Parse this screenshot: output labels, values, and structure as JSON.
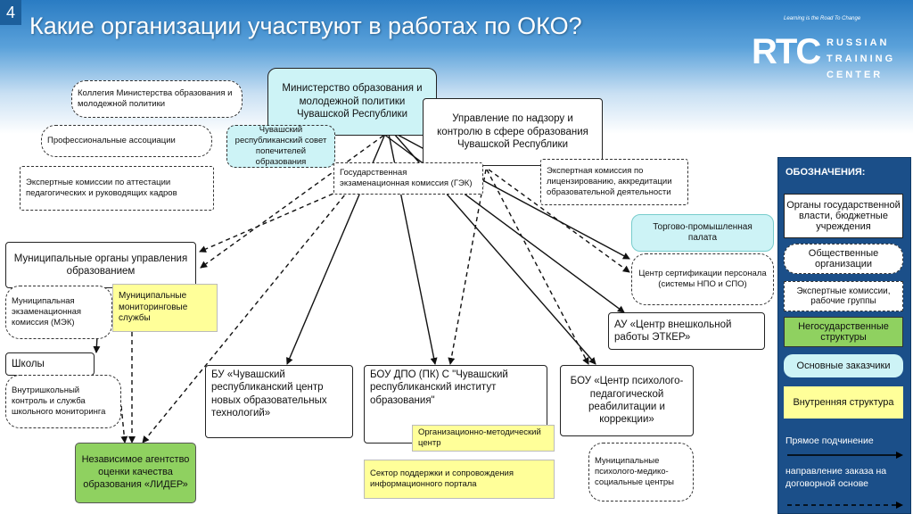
{
  "slide_number": "4",
  "title": "Какие организации участвуют в работах по ОКО?",
  "logo": {
    "tagline": "Learning is the Road To Change",
    "mark": "RTC",
    "line1": "RUSSIAN",
    "line2": "TRAINING",
    "line3": "CENTER"
  },
  "nodes": {
    "ministry": "Министерство образования и молодежной политики Чувашской Республики",
    "kollegiya": "Коллегия Министерства образования и молодежной политики",
    "prof_assoc": "Профессиональные ассоциации",
    "council": "Чувашский республиканский совет попечителей образования",
    "nadzor": "Управление по надзору и контролю в сфере образования Чувашской Республики",
    "attest": "Экспертные комиссии по аттестации педагогических и руководящих кадров",
    "gek": "Государственная экзаменационная комиссия (ГЭК)",
    "licens": "Экспертная комиссия по лицензированию, аккредитации образовательной деятельности",
    "tpp": "Торгово-промышленная палата",
    "cert": "Центр сертификации персонала (системы НПО и СПО)",
    "municipal": "Муниципальные органы управления образованием",
    "mek": "Муниципальная экзаменационная комиссия (МЭК)",
    "monitoring": "Муниципальные мониторинговые службы",
    "etker": "АУ «Центр внешкольной работы ЭТКЕР»",
    "schools": "Школы",
    "school_control": "Внутришкольный контроль и служба школьного мониторинга",
    "bu_tech": "БУ «Чувашский республиканский центр новых образовательных технологий»",
    "bou_dpo": "БОУ ДПО (ПК) С \"Чувашский республиканский институт образования\"",
    "org_method": "Организационно-методический центр",
    "sector": "Сектор поддержки и сопровождения информационного портала",
    "bou_center": "БОУ «Центр психолого-педагогической реабилитации и коррекции»",
    "pmss": "Муниципальные психолого-медико-социальные центры",
    "lider": "Независимое агентство оценки качества образования «ЛИДЕР»"
  },
  "legend": {
    "title": "ОБОЗНАЧЕНИЯ:",
    "gov": "Органы государственной власти, бюджетные учреждения",
    "public": "Общественные организации",
    "expert": "Экспертные комиссии, рабочие группы",
    "ngo": "Негосударственные структуры",
    "customers": "Основные заказчики",
    "internal": "Внутренняя структура",
    "direct": "Прямое подчинение",
    "contract": "направление заказа на договорной основе"
  },
  "colors": {
    "header_blue": "#2a7cc3",
    "legend_bg": "#1b4f89",
    "ngo_green": "#8fd160",
    "customer_cyan": "#cdf3f6",
    "internal_yellow": "#ffff99"
  }
}
